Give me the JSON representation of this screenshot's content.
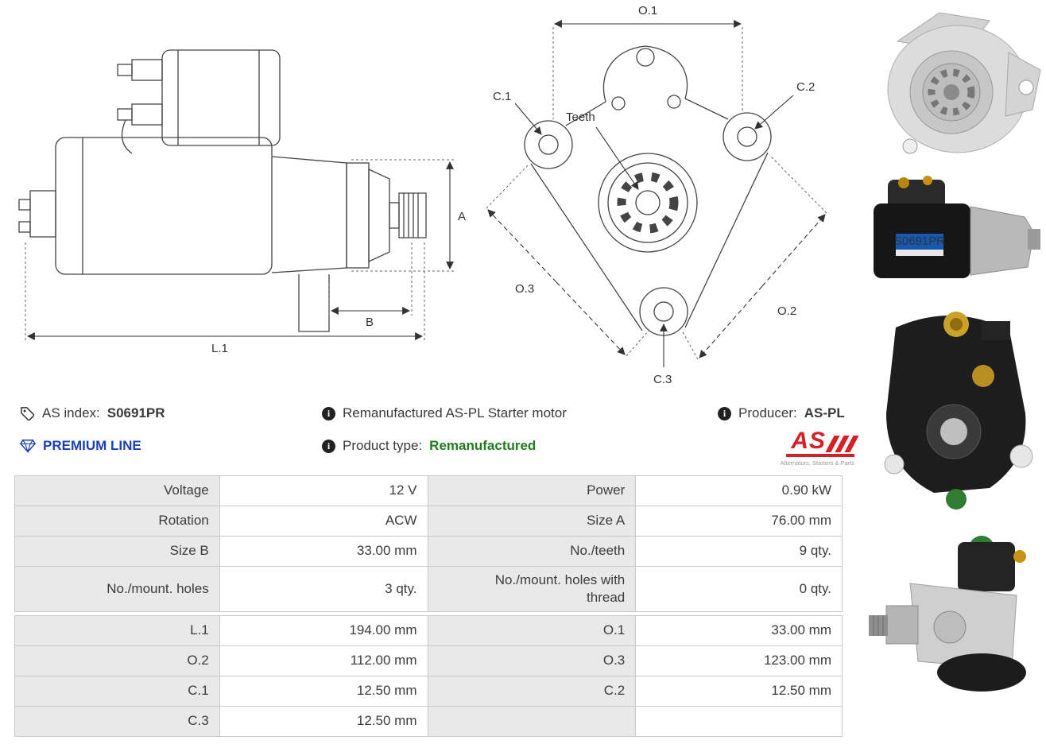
{
  "info": {
    "as_index_label": "AS index:",
    "as_index_value": "S0691PR",
    "premium_line": "PREMIUM LINE",
    "description": "Remanufactured AS-PL Starter motor",
    "product_type_label": "Product type:",
    "product_type_value": "Remanufactured",
    "producer_label": "Producer:",
    "producer_value": "AS-PL"
  },
  "brand": {
    "name": "AS",
    "tagline": "Alternators, Starters & Parts"
  },
  "diagram": {
    "side": {
      "a": "A",
      "b": "B",
      "l1": "L.1"
    },
    "front": {
      "o1": "O.1",
      "o2": "O.2",
      "o3": "O.3",
      "c1": "C.1",
      "c2": "C.2",
      "c3": "C.3",
      "teeth": "Teeth"
    }
  },
  "photos": {
    "photo2_label": "S0691PR"
  },
  "colors": {
    "accent_blue": "#1a41b8",
    "status_green": "#1e7e1e",
    "brand_red": "#d81f26",
    "table_label_bg": "#e9e9e9",
    "table_border": "#c9c9c9"
  },
  "spec_table": {
    "rows": [
      [
        "Voltage",
        "12 V",
        "Power",
        "0.90 kW"
      ],
      [
        "Rotation",
        "ACW",
        "Size A",
        "76.00 mm"
      ],
      [
        "Size B",
        "33.00 mm",
        "No./teeth",
        "9 qty."
      ],
      [
        "No./mount. holes",
        "3 qty.",
        "No./mount. holes with thread",
        "0 qty."
      ],
      [
        "L.1",
        "194.00 mm",
        "O.1",
        "33.00 mm"
      ],
      [
        "O.2",
        "112.00 mm",
        "O.3",
        "123.00 mm"
      ],
      [
        "C.1",
        "12.50 mm",
        "C.2",
        "12.50 mm"
      ],
      [
        "C.3",
        "12.50 mm",
        "",
        ""
      ]
    ]
  }
}
